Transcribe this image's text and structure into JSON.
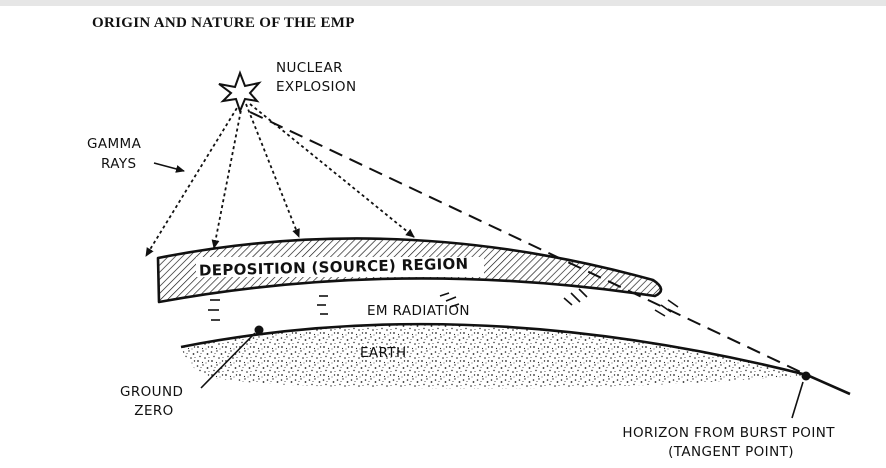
{
  "title": "ORIGIN AND NATURE OF THE EMP",
  "labels": {
    "nuclear_explosion": [
      "NUCLEAR",
      "EXPLOSION"
    ],
    "gamma_rays": [
      "GAMMA",
      "RAYS"
    ],
    "deposition_region": "DEPOSITION (SOURCE) REGION",
    "em_radiation": "EM RADIATION",
    "earth": "EARTH",
    "ground_zero": [
      "GROUND",
      "ZERO"
    ],
    "horizon": [
      "HORIZON FROM BURST POINT",
      "(TANGENT POINT)"
    ]
  },
  "colors": {
    "ink": "#111111",
    "background": "#ffffff",
    "top_band": "#e6e6e6"
  }
}
